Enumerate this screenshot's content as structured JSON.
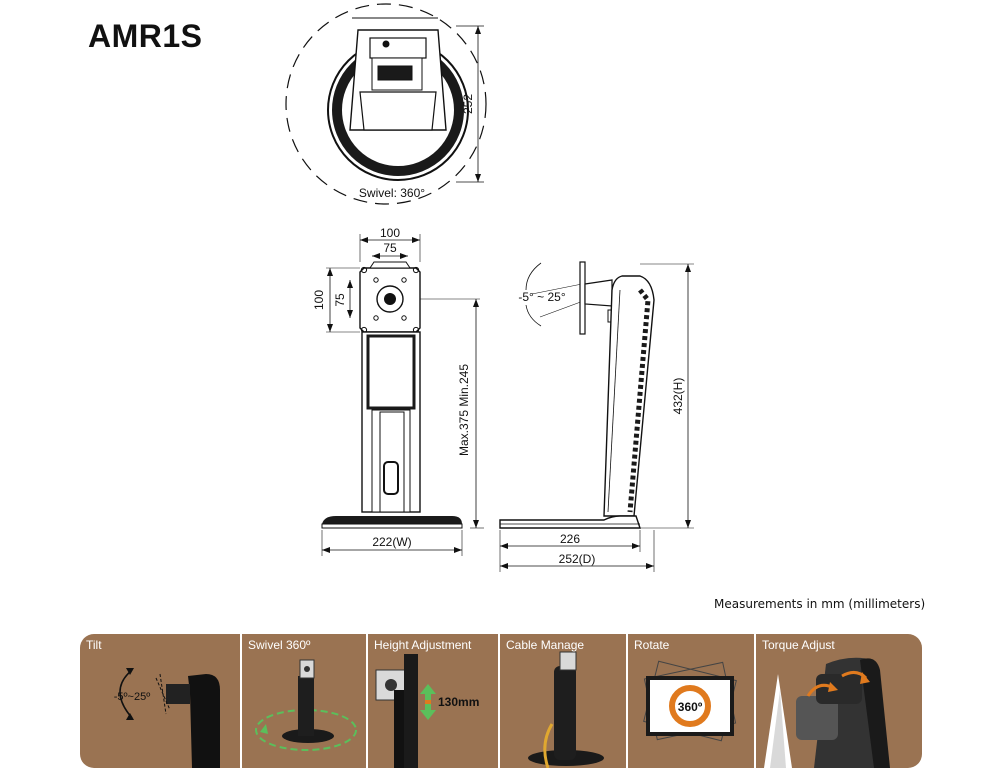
{
  "title": "AMR1S",
  "top_view": {
    "swivel_label": "Swivel: 360°",
    "depth_label": "252"
  },
  "front_view": {
    "plate_width_outer": "100",
    "plate_width_inner": "75",
    "plate_height_outer": "100",
    "plate_height_inner": "75",
    "height_range": "Max.375  Min.245",
    "base_width": "222(W)"
  },
  "side_view": {
    "tilt_range": "-5° ~ 25°",
    "total_height": "432(H)",
    "base_depth_inner": "226",
    "base_depth_outer": "252(D)"
  },
  "units_note": "Measurements in mm (millimeters)",
  "features": [
    {
      "label": "Tilt",
      "annotation": "-5º~25º"
    },
    {
      "label": "Swivel 360º",
      "annotation": ""
    },
    {
      "label": "Height Adjustment",
      "annotation": "130mm"
    },
    {
      "label": "Cable Manage",
      "annotation": ""
    },
    {
      "label": "Rotate",
      "annotation": "360º"
    },
    {
      "label": "Torque Adjust",
      "annotation": ""
    }
  ],
  "colors": {
    "panel_brown": "#9a7352",
    "stand_black": "#1a1a1a",
    "arrow_orange": "#e07a1e",
    "arrow_green": "#5bbf5b"
  }
}
